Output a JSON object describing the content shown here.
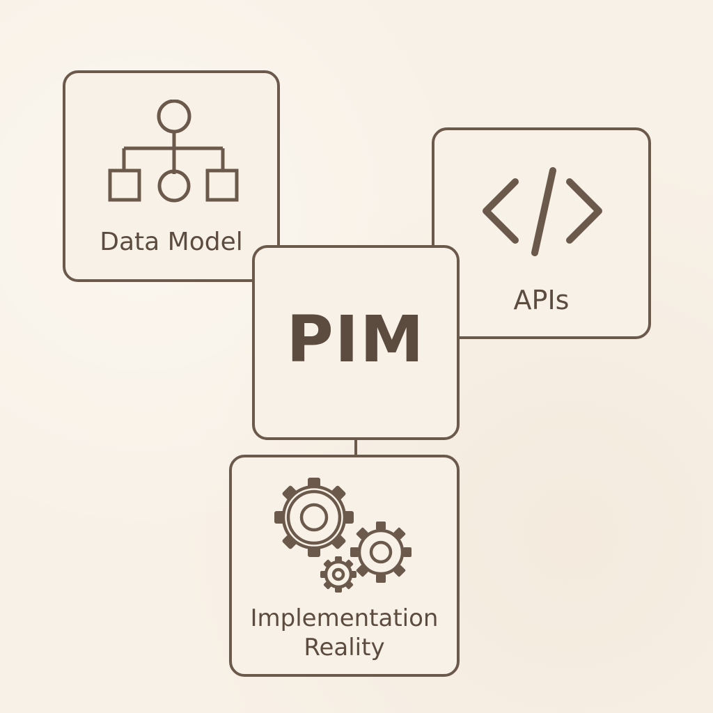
{
  "colors": {
    "background": "#f8f1e7",
    "stroke": "#6b5a4b",
    "text": "#5c4c3f"
  },
  "nodes": {
    "data_model": {
      "label": "Data Model",
      "icon": "hierarchy-icon"
    },
    "apis": {
      "label": "APIs",
      "icon": "code-icon"
    },
    "pim": {
      "label": "PIM"
    },
    "implementation": {
      "label_line1": "Implementation",
      "label_line2": "Reality",
      "icon": "gears-icon"
    }
  }
}
